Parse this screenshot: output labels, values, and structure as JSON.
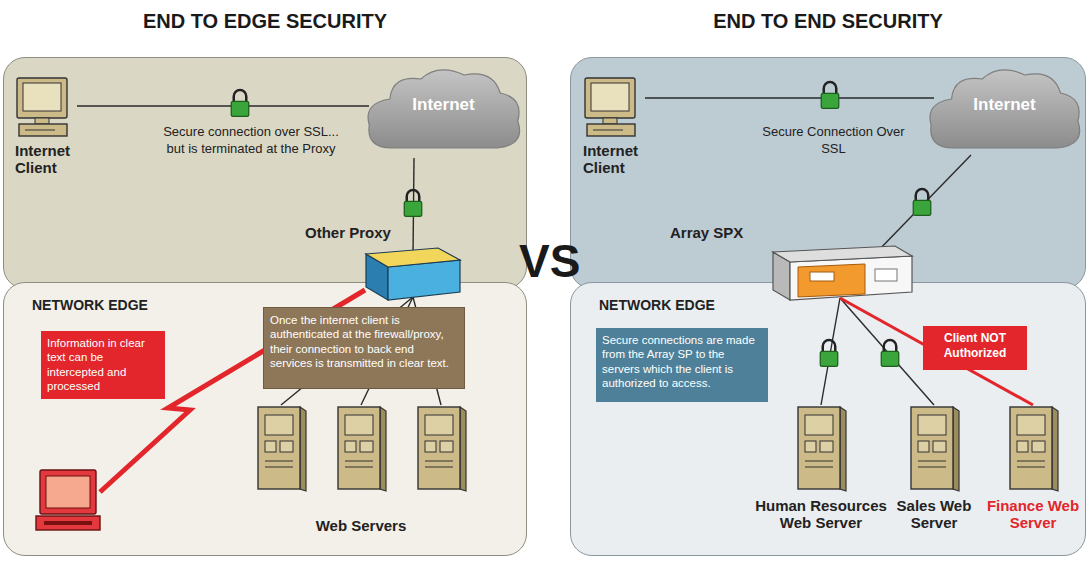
{
  "diagram": {
    "nodes": [
      {
        "text": [
          "Secure connection over SSL... but is terminated at the Proxy"
        ]
      },
      {
        "text": [
          "Internet Client"
        ],
        "in": 0
      },
      {
        "text": [
          "Internet"
        ],
        "in": 0
      },
      {
        "text": [
          "Other Proxy"
        ]
      },
      {
        "text": [
          "NETWORK EDGE"
        ]
      },
      {
        "text": [
          "Information in clear text can be intercepted and processed"
        ],
        "in": 4
      },
      {
        "text": [
          "Once the internet client is authenticated at the firewall/proxy, their connection to back end services is transmitted in clear text."
        ],
        "in": 4
      },
      {
        "text": [
          "Web Servers"
        ],
        "in": 4
      },
      {
        "text": [
          "Secure Connection Over SSL"
        ]
      },
      {
        "text": [
          "Internet Client"
        ],
        "in": 8
      },
      {
        "text": [
          "Internet"
        ],
        "in": 8
      },
      {
        "text": [
          "Array SPX"
        ]
      },
      {
        "text": [
          "NETWORK EDGE"
        ]
      },
      {
        "text": [
          "Secure connections are made from the Array SP to the servers which the client is authorized to access."
        ],
        "in": 12
      },
      {
        "text": [
          "Client NOT Authorized"
        ],
        "in": 12
      },
      {
        "text": [
          "Human Resources Web Server"
        ],
        "in": 12
      },
      {
        "text": [
          "Sales Web Server"
        ],
        "in": 12
      },
      {
        "text": [
          "Finance Web Server"
        ],
        "in": 12
      }
    ],
    "edges": [
      {
        "from": 1,
        "to": 2,
        "arrow": "none"
      },
      {
        "from": 2,
        "to": 3,
        "arrow": "none"
      },
      {
        "from": 3,
        "to": 7,
        "arrow": "none"
      },
      {
        "from": 3,
        "to": 7,
        "arrow": "none"
      },
      {
        "from": 3,
        "to": 7,
        "arrow": "none"
      },
      {
        "from": 9,
        "to": 10,
        "arrow": "none"
      },
      {
        "from": 10,
        "to": 11,
        "arrow": "none"
      },
      {
        "from": 11,
        "to": 15,
        "arrow": "none"
      },
      {
        "from": 11,
        "to": 16,
        "arrow": "none"
      },
      {
        "from": 11,
        "to": 17,
        "arrow": "none"
      }
    ],
    "labels": [
      "END TO EDGE SECURITY",
      "VS",
      "END TO END SECURITY"
    ]
  }
}
